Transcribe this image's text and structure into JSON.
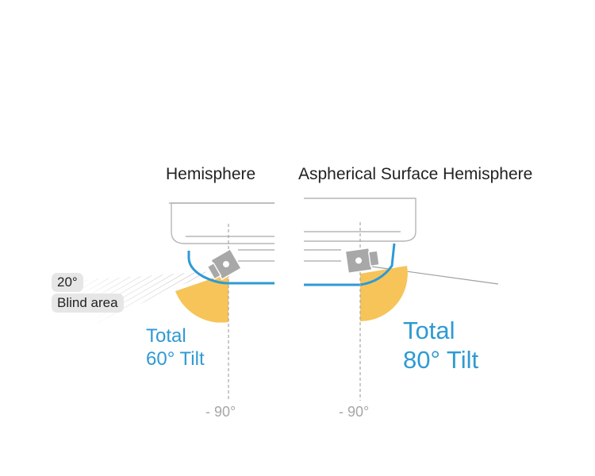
{
  "left": {
    "title": "Hemisphere",
    "tilt_line1": "Total",
    "tilt_line2": "60° Tilt",
    "angle_label": "- 90°",
    "blind_angle": "20°",
    "blind_label": "Blind area"
  },
  "right": {
    "title": "Aspherical Surface Hemisphere",
    "tilt_line1": "Total",
    "tilt_line2": "80° Tilt",
    "angle_label": "- 90°"
  },
  "colors": {
    "accent_blue": "#2f9ad3",
    "tilt_sector": "#f7c45a",
    "housing_stroke": "#b5b5b5",
    "label_gray": "#a6a6a6",
    "pill_background": "#e6e6e6"
  },
  "icons": [
    "camera-module-icon",
    "camera-module-icon"
  ]
}
